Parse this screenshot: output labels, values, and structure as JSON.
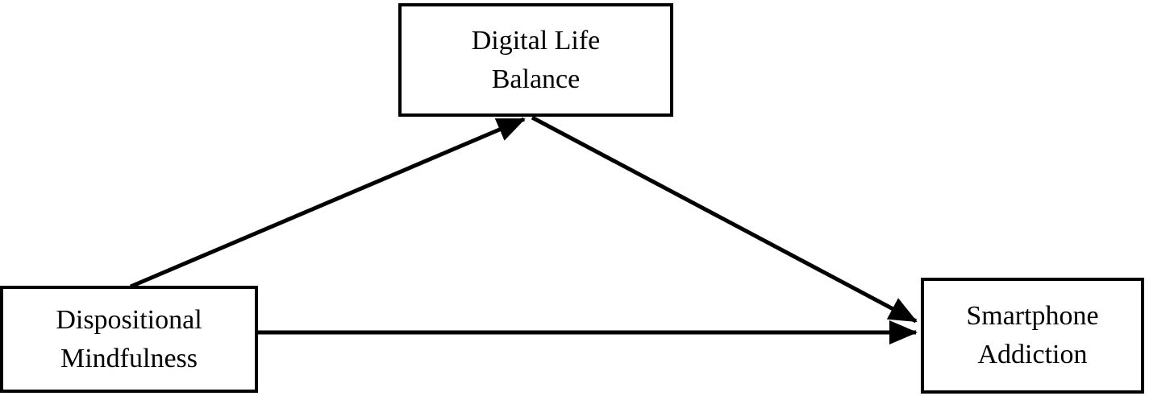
{
  "diagram": {
    "type": "mediation-model",
    "background_color": "#ffffff",
    "line_color": "#000000",
    "box_border_color": "#000000",
    "box_fill_color": "#ffffff",
    "text_color": "#000000",
    "nodes": {
      "mediator": {
        "label": "Digital Life\nBalance",
        "position": "top-center"
      },
      "predictor": {
        "label": "Dispositional\nMindfulness",
        "position": "bottom-left"
      },
      "outcome": {
        "label": "Smartphone\nAddiction",
        "position": "bottom-right"
      }
    },
    "edges": [
      {
        "from": "Dispositional Mindfulness",
        "to": "Digital Life Balance",
        "style": "solid-arrow"
      },
      {
        "from": "Digital Life Balance",
        "to": "Smartphone Addiction",
        "style": "solid-arrow"
      },
      {
        "from": "Dispositional Mindfulness",
        "to": "Smartphone Addiction",
        "style": "solid-arrow"
      }
    ]
  }
}
